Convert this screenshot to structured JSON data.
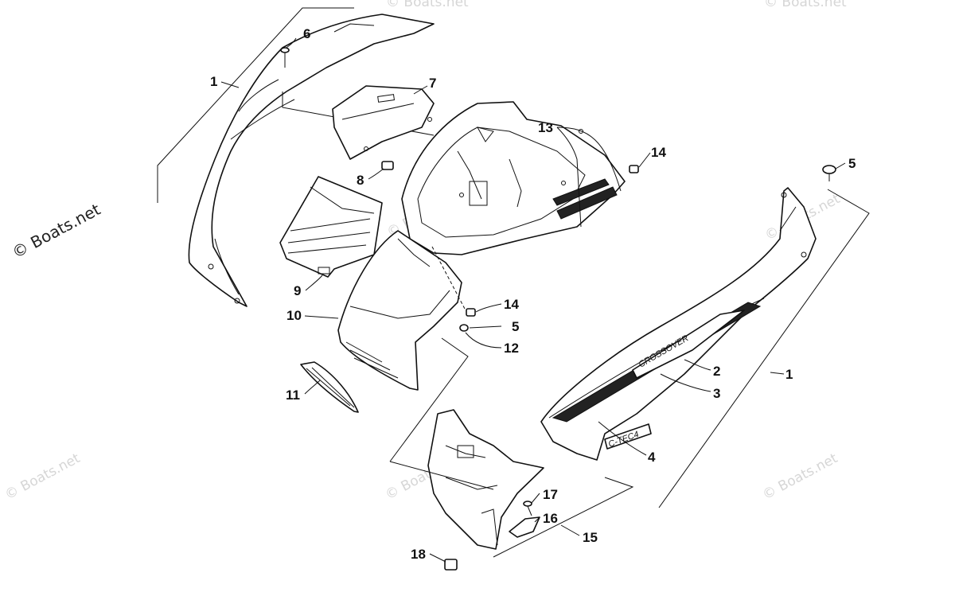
{
  "watermark": {
    "main": "© Boats.net",
    "faint": "© Boats.net"
  },
  "callouts": [
    {
      "id": "c1a",
      "text": "1"
    },
    {
      "id": "c6",
      "text": "6"
    },
    {
      "id": "c7",
      "text": "7"
    },
    {
      "id": "c8",
      "text": "8"
    },
    {
      "id": "c9",
      "text": "9"
    },
    {
      "id": "c10",
      "text": "10"
    },
    {
      "id": "c11",
      "text": "11"
    },
    {
      "id": "c13",
      "text": "13"
    },
    {
      "id": "c14a",
      "text": "14"
    },
    {
      "id": "c14b",
      "text": "14"
    },
    {
      "id": "c5a",
      "text": "5"
    },
    {
      "id": "c5b",
      "text": "5"
    },
    {
      "id": "c12",
      "text": "12"
    },
    {
      "id": "c2",
      "text": "2"
    },
    {
      "id": "c3",
      "text": "3"
    },
    {
      "id": "c1b",
      "text": "1"
    },
    {
      "id": "c4",
      "text": "4"
    },
    {
      "id": "c17",
      "text": "17"
    },
    {
      "id": "c16",
      "text": "16"
    },
    {
      "id": "c15",
      "text": "15"
    },
    {
      "id": "c18",
      "text": "18"
    }
  ],
  "decals": {
    "crossover": "CROSSOVER",
    "ctec": "C-TEC4"
  }
}
